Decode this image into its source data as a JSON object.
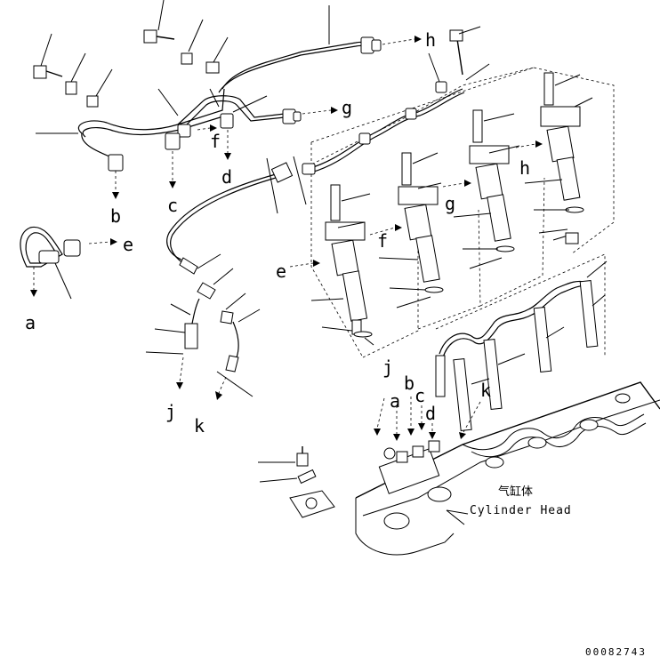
{
  "diagram": {
    "labels": {
      "a1": "a",
      "b1": "b",
      "c1": "c",
      "d1": "d",
      "e1": "e",
      "f1": "f",
      "g1": "g",
      "h1": "h",
      "e2": "e",
      "f2": "f",
      "g2": "g",
      "h2": "h",
      "j1": "j",
      "k1": "k",
      "a2": "a",
      "b2": "b",
      "c2": "c",
      "d2": "d",
      "j2": "j",
      "k2": "k"
    },
    "cylinder_head_cn": "气缸体",
    "cylinder_head_en": "Cylinder Head",
    "drawing_code": "00082743"
  }
}
